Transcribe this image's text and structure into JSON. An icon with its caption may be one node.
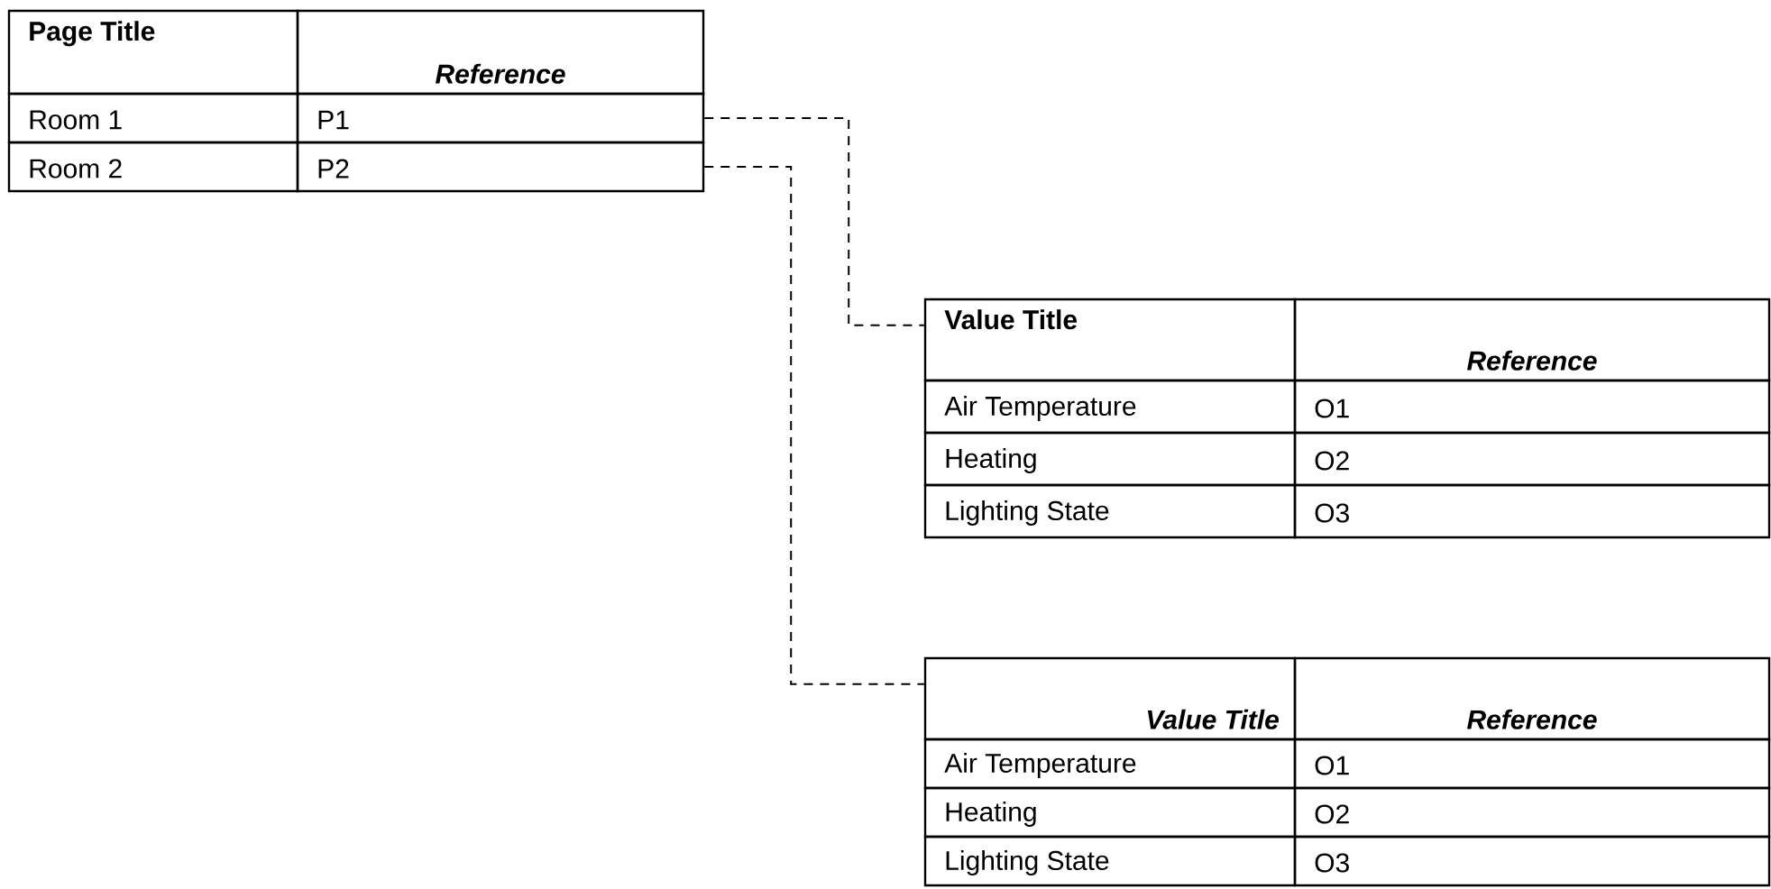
{
  "diagram": {
    "nodes": [
      {
        "text": [
          "Page Title",
          "Reference"
        ]
      },
      {
        "text": [
          "Room 1",
          "P1"
        ]
      },
      {
        "text": [
          "Room 2",
          "P2"
        ]
      },
      {
        "text": [
          "Value Title",
          "Reference"
        ]
      },
      {
        "text": [
          "Air Temperature",
          "O1"
        ]
      },
      {
        "text": [
          "Heating",
          "O2"
        ]
      },
      {
        "text": [
          "Lighting State",
          "O3"
        ]
      },
      {
        "text": [
          "Value Title",
          "Reference"
        ]
      },
      {
        "text": [
          "Air Temperature",
          "O1"
        ]
      },
      {
        "text": [
          "Heating",
          "O2"
        ]
      },
      {
        "text": [
          "Lighting State",
          "O3"
        ]
      }
    ],
    "edges": [
      {
        "from": 1,
        "to": 3,
        "arrow": "none",
        "style": "dashed"
      },
      {
        "from": 2,
        "to": 7,
        "arrow": "none",
        "style": "dashed"
      }
    ]
  }
}
